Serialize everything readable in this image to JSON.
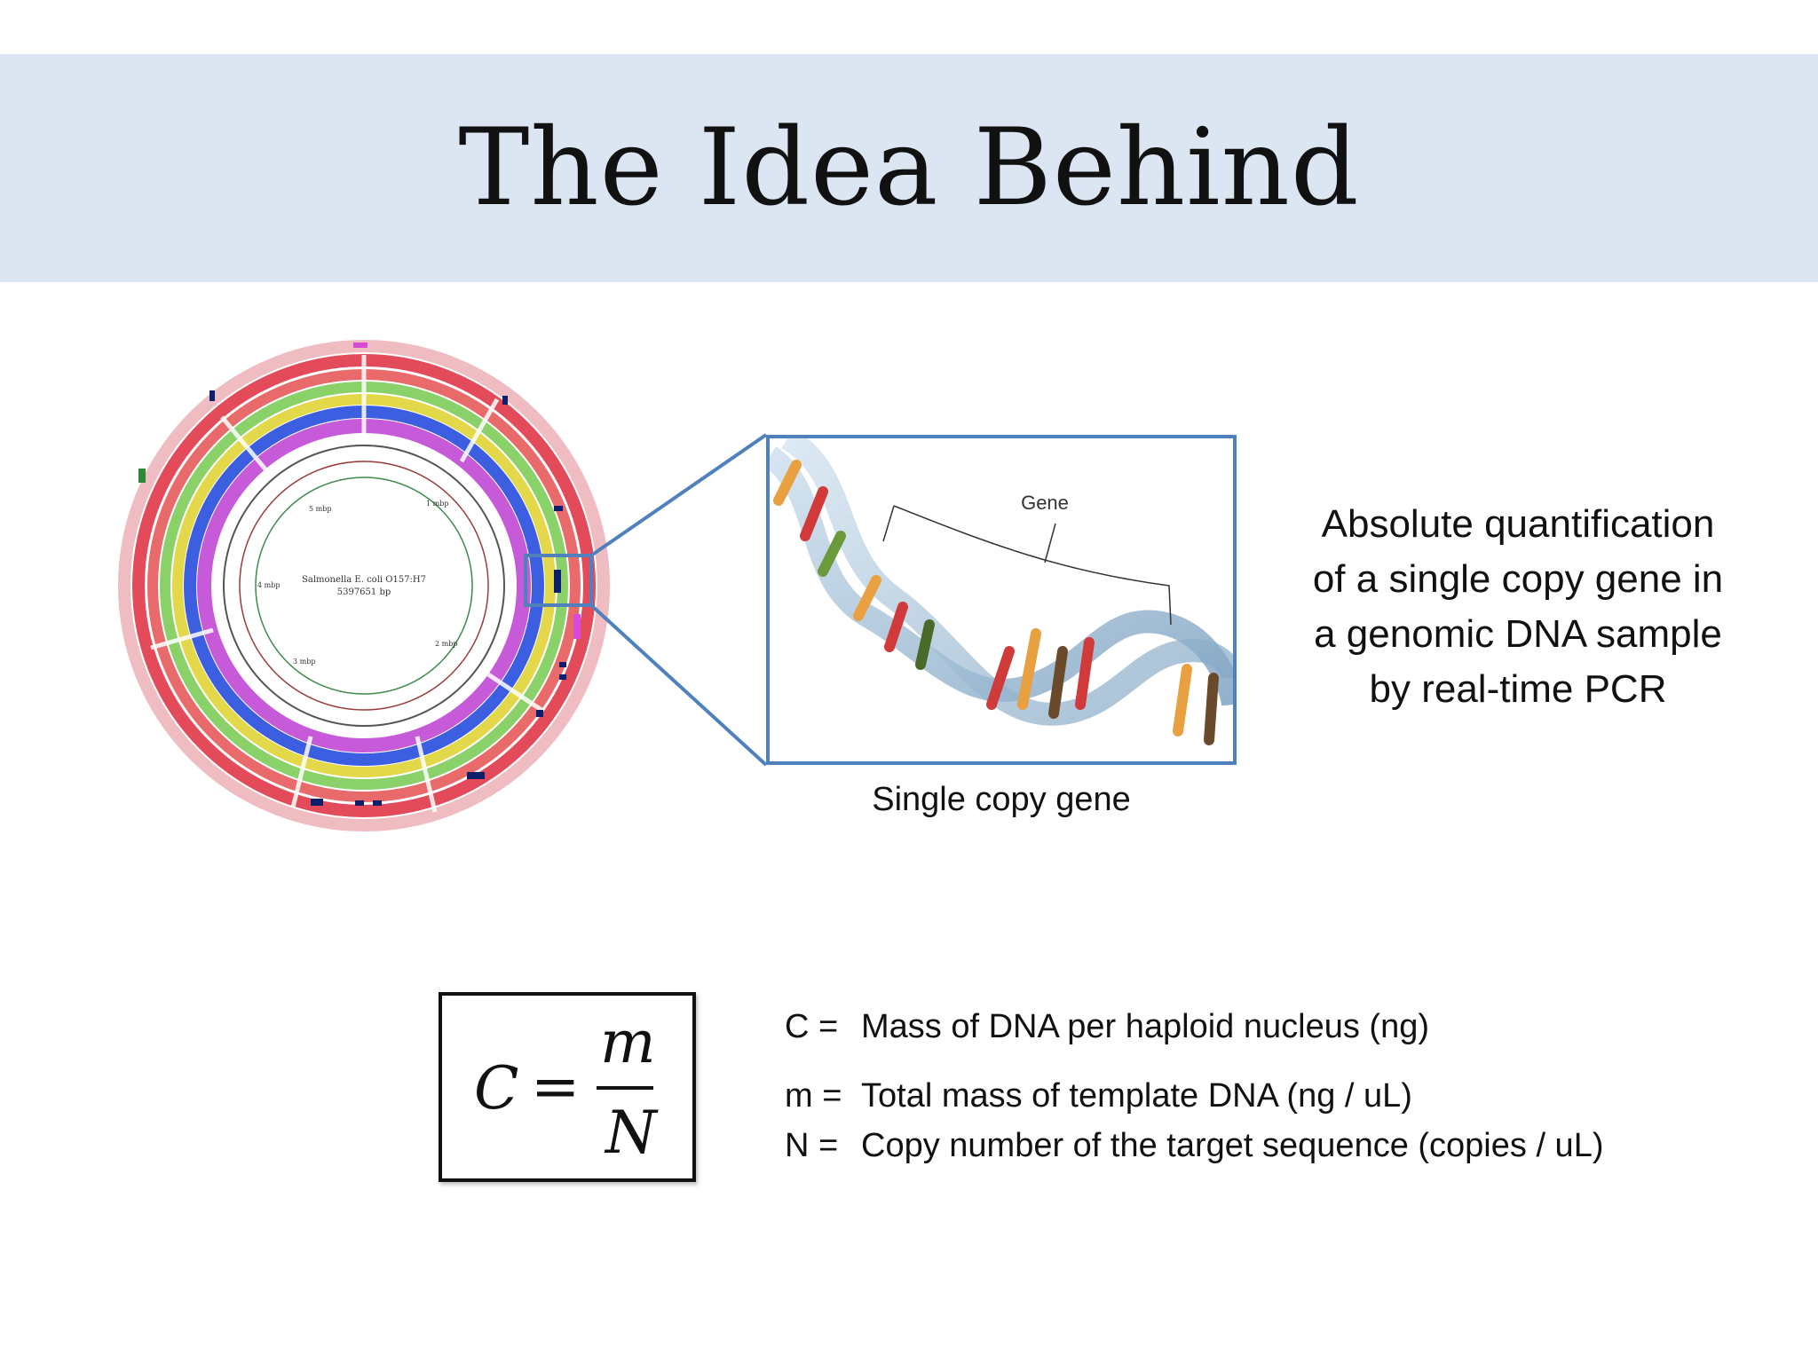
{
  "slide": {
    "title": "The Idea Behind"
  },
  "genome_map": {
    "center_line1": "Salmonella E. coli O157:H7",
    "center_line2": "5397651 bp",
    "scale_labels": [
      "1 mbp",
      "2 mbp",
      "3 mbp",
      "4 mbp",
      "5 mbp"
    ]
  },
  "dna_figure": {
    "gene_label": "Gene",
    "caption": "Single copy gene"
  },
  "description": {
    "lines": [
      "Absolute quantification",
      "of a single copy gene in",
      "a genomic DNA sample",
      "by real-time PCR"
    ]
  },
  "formula": {
    "lhs": "C",
    "equals": "=",
    "numerator": "m",
    "denominator": "N"
  },
  "legend": {
    "items": [
      {
        "symbol": "C  =",
        "text": "Mass of DNA per haploid nucleus (ng)"
      },
      {
        "symbol": "m =",
        "text": "Total mass of template DNA (ng / uL)"
      },
      {
        "symbol": "N  =",
        "text": "Copy number of the target sequence (copies / uL)"
      }
    ]
  },
  "colors": {
    "title_band": "#dce6f2",
    "accent_blue": "#4f81bd"
  }
}
